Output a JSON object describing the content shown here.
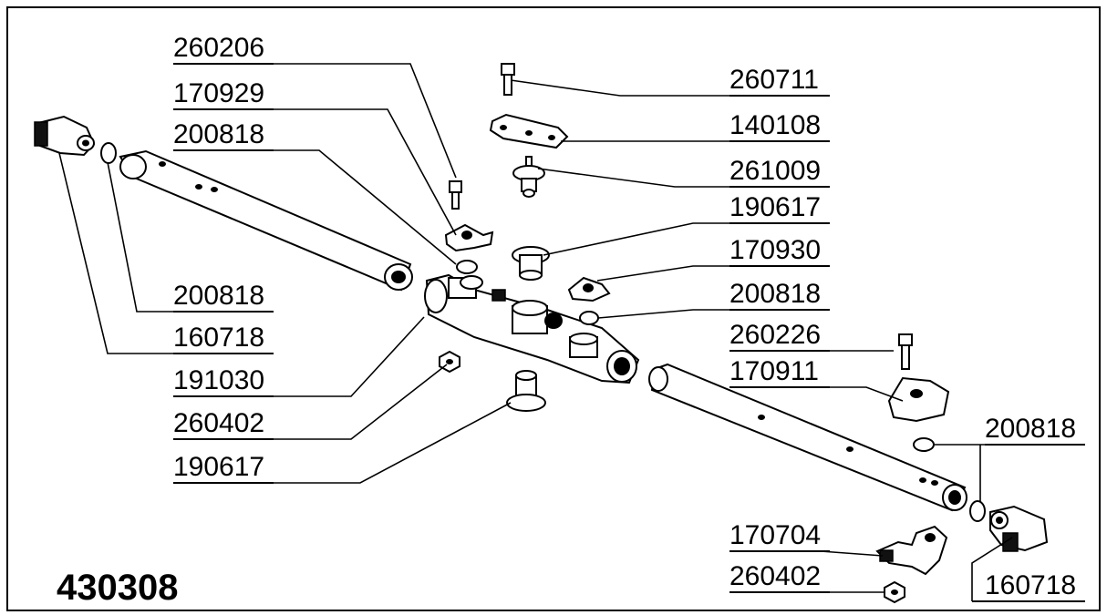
{
  "diagram": {
    "assembly_number": "430308",
    "callouts": [
      {
        "id": "l1",
        "text": "260206"
      },
      {
        "id": "l2",
        "text": "170929"
      },
      {
        "id": "l3",
        "text": "200818"
      },
      {
        "id": "l4",
        "text": "200818"
      },
      {
        "id": "l5",
        "text": "160718"
      },
      {
        "id": "l6",
        "text": "191030"
      },
      {
        "id": "l7",
        "text": "260402"
      },
      {
        "id": "l8",
        "text": "190617"
      },
      {
        "id": "r1",
        "text": "260711"
      },
      {
        "id": "r2",
        "text": "140108"
      },
      {
        "id": "r3",
        "text": "261009"
      },
      {
        "id": "r4",
        "text": "190617"
      },
      {
        "id": "r5",
        "text": "170930"
      },
      {
        "id": "r6",
        "text": "200818"
      },
      {
        "id": "r7",
        "text": "260226"
      },
      {
        "id": "r8",
        "text": "170911"
      },
      {
        "id": "r9",
        "text": "200818"
      },
      {
        "id": "r10",
        "text": "170704"
      },
      {
        "id": "r11",
        "text": "260402"
      },
      {
        "id": "r12",
        "text": "160718"
      }
    ]
  }
}
